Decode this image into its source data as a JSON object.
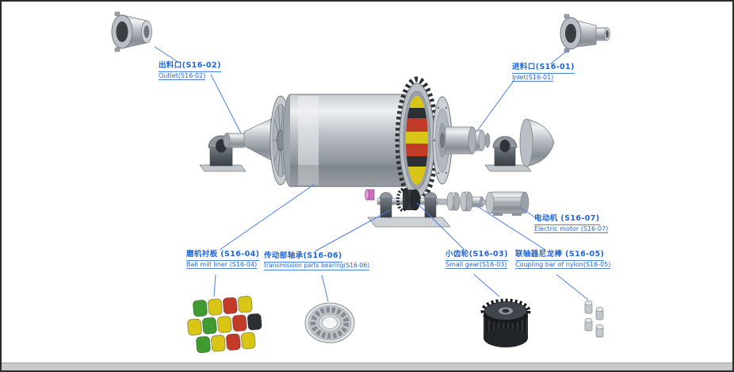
{
  "page": {
    "background": "#ffffff",
    "frame_color": "#2b2b2b",
    "bottom_bar_color": "#c9c9c9",
    "accent_color": "#1e66d9",
    "leader_line_color": "#4a80e8"
  },
  "labels": {
    "outlet": {
      "cn": "出料口(S16-02)",
      "en": "Outlet(S16-02)"
    },
    "inlet": {
      "cn": "进料口(S16-01)",
      "en": "Inlet(S16-01)"
    },
    "motor": {
      "cn": "电动机 (S16-07)",
      "en": "Electric motor (S16-07)"
    },
    "liner": {
      "cn": "磨机衬板 (S16-04)",
      "en": "Ball mill liner (S16-04)"
    },
    "transmission_bearing": {
      "cn": "传动部轴承(S16-06)",
      "en": "transmission parts bearing(S16-06)"
    },
    "small_gear": {
      "cn": "小齿轮(S16-03)",
      "en": "Small gear(S16-03)"
    },
    "coupling": {
      "cn": "联轴器尼龙棒 (S16-05)",
      "en": "Coupling bar of nylon(S16-05)"
    }
  },
  "part_colors": {
    "liner_green": "#3f9b2f",
    "liner_yellow": "#d9c515",
    "liner_red": "#c23a28",
    "liner_black": "#2c2f33",
    "pinion_pink": "#cf6ec0",
    "metal_light": "#eef0f2",
    "metal_dark": "#5f656b",
    "gear_teeth_dark": "#2e3237"
  }
}
